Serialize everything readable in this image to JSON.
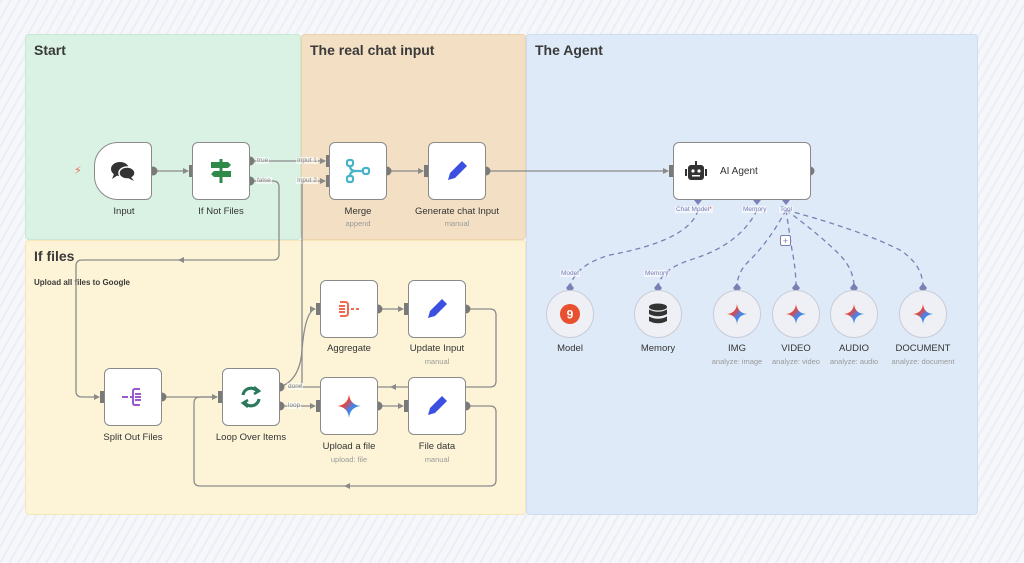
{
  "stickies": {
    "start": {
      "title": "Start"
    },
    "chat": {
      "title": "The real chat input"
    },
    "files": {
      "title": "If files",
      "subtitle": "Upload all files to Google"
    },
    "agent": {
      "title": "The Agent"
    }
  },
  "nodes": {
    "input": {
      "label": "Input",
      "icon": "chat-bubbles-icon"
    },
    "if_not_files": {
      "label": "If Not Files",
      "icon": "signpost-icon",
      "outputs": [
        "true",
        "false"
      ]
    },
    "merge": {
      "label": "Merge",
      "sublabel": "append",
      "icon": "merge-icon",
      "inputs": [
        "Input 1",
        "Input 2"
      ]
    },
    "generate_chat_input": {
      "label": "Generate chat Input",
      "sublabel": "manual",
      "icon": "pencil-icon"
    },
    "ai_agent": {
      "label": "AI Agent",
      "icon": "robot-icon",
      "ports": {
        "chat_model": "Chat Model",
        "required_mark": "*",
        "memory": "Memory",
        "tool": "Tool"
      }
    },
    "split_out": {
      "label": "Split Out Files",
      "icon": "split-icon"
    },
    "loop": {
      "label": "Loop Over Items",
      "icon": "loop-icon",
      "outputs": [
        "done",
        "loop"
      ]
    },
    "aggregate": {
      "label": "Aggregate",
      "icon": "aggregate-icon"
    },
    "update_input": {
      "label": "Update Input",
      "sublabel": "manual",
      "icon": "pencil-icon"
    },
    "upload_file": {
      "label": "Upload a file",
      "sublabel": "upload: file",
      "icon": "gemini-icon"
    },
    "file_data": {
      "label": "File data",
      "sublabel": "manual",
      "icon": "pencil-icon"
    },
    "model": {
      "label": "Model",
      "icon": "model-icon",
      "port": "Model"
    },
    "memory": {
      "label": "Memory",
      "icon": "database-icon",
      "port": "Memory"
    },
    "img": {
      "label": "IMG",
      "sublabel": "analyze: image",
      "icon": "gemini-icon"
    },
    "video": {
      "label": "VIDEO",
      "sublabel": "analyze: video",
      "icon": "gemini-icon"
    },
    "audio": {
      "label": "AUDIO",
      "sublabel": "analyze: audio",
      "icon": "gemini-icon"
    },
    "document": {
      "label": "DOCUMENT",
      "sublabel": "analyze: document",
      "icon": "gemini-icon"
    }
  },
  "add_tool_label": "+",
  "colors": {
    "edge": "#8a8a8a",
    "ai_edge": "#7b7fb5",
    "pencil": "#3b4fe0",
    "sign": "#2f8a4a",
    "loop": "#2a7a5a",
    "merge": "#4ab3c8",
    "split": "#9b59d0",
    "aggregate": "#ee6b52",
    "model": "#e9502f"
  }
}
